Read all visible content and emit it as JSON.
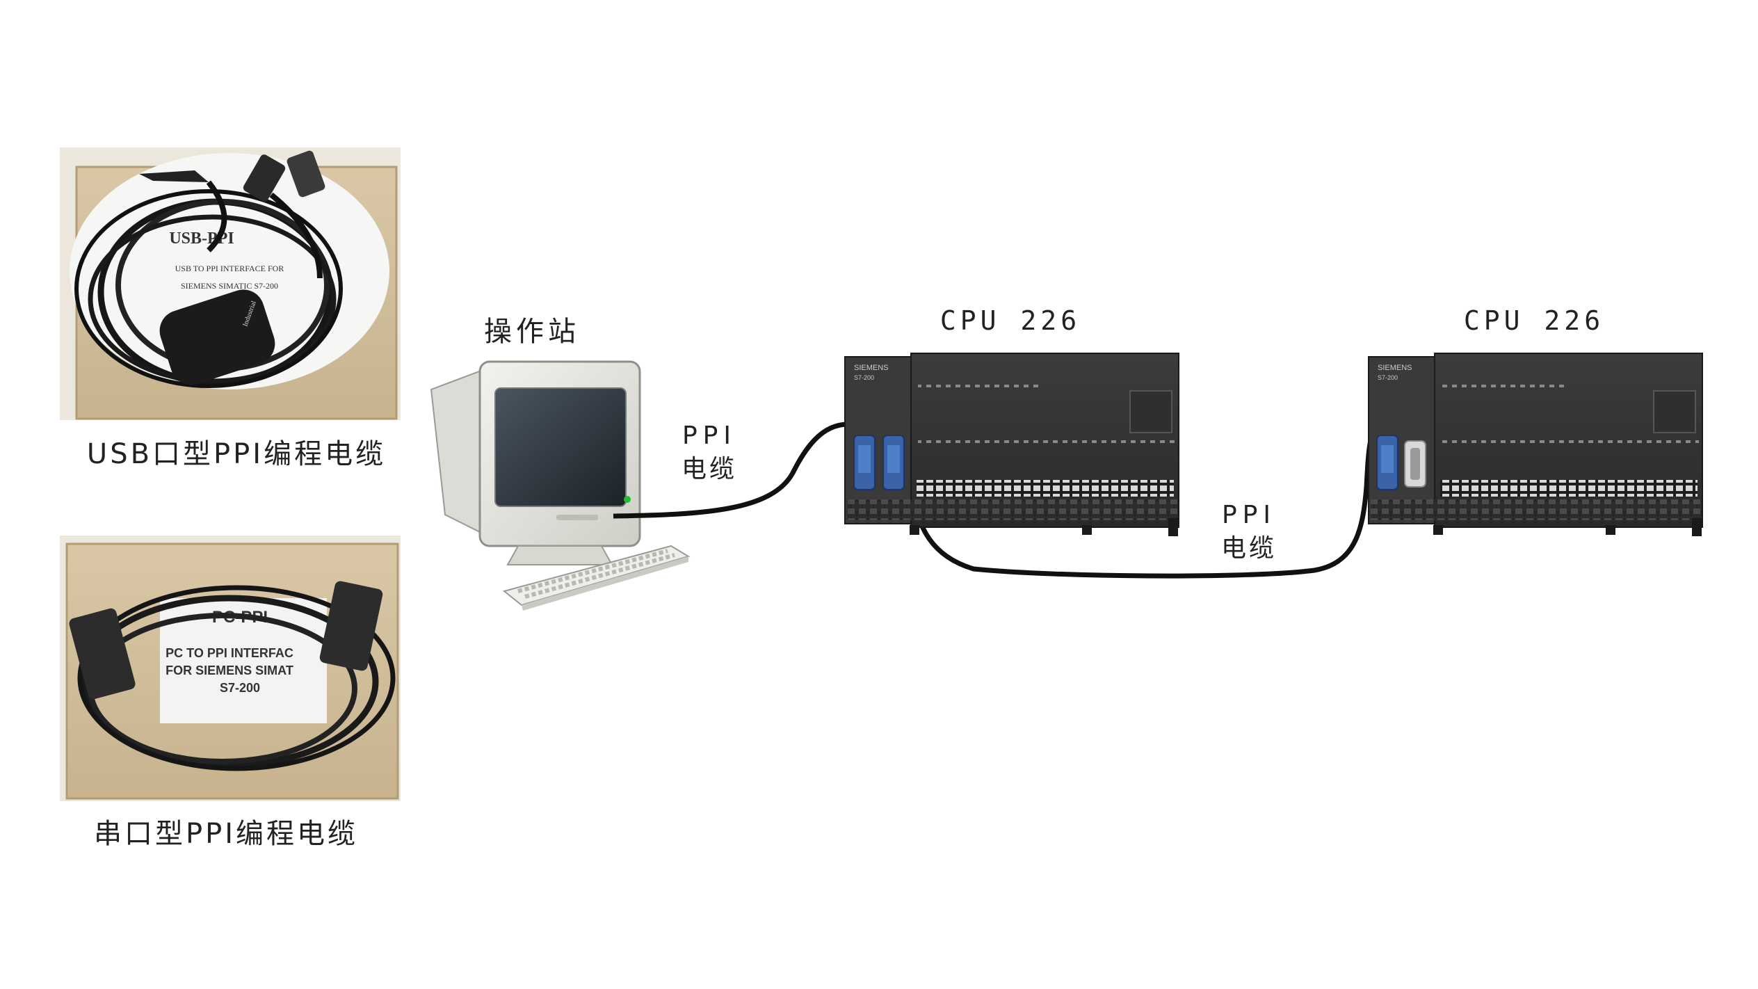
{
  "products": {
    "usb_cable": {
      "caption": "USB口型PPI编程电缆",
      "box_title": "USB-PPI",
      "box_line1": "USB TO PPI INTERFACE FOR",
      "box_line2": "SIEMENS SIMATIC S7-200"
    },
    "serial_cable": {
      "caption": "串口型PPI编程电缆",
      "box_title": "PC-PPI",
      "box_line1": "PC TO PPI INTERFAC",
      "box_line2": "FOR SIEMENS SIMAT",
      "box_line3": "S7-200"
    }
  },
  "network": {
    "station_label": "操作站",
    "cpu_left_label": "CPU 226",
    "cpu_right_label": "CPU 226",
    "cable1": {
      "line1": "PPI",
      "line2": "电缆"
    },
    "cable2": {
      "line1": "PPI",
      "line2": "电缆"
    },
    "plc_brand": "SIEMENS",
    "plc_model": "S7-200"
  }
}
